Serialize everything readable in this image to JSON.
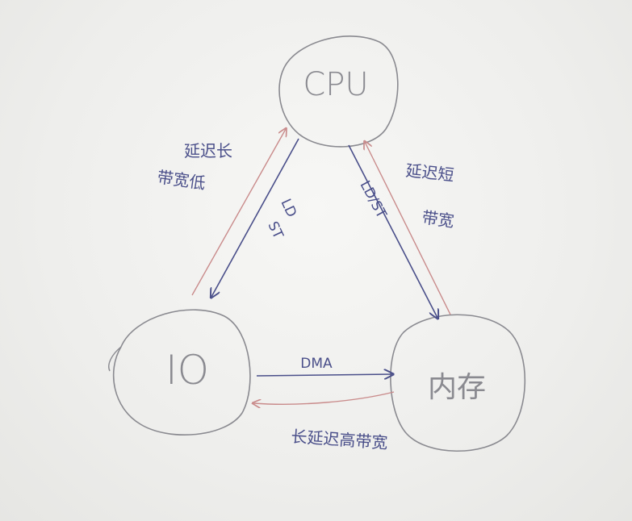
{
  "nodes": {
    "cpu": {
      "label": "CPU"
    },
    "io": {
      "label": "IO"
    },
    "memory": {
      "label": "内存"
    }
  },
  "edges": {
    "cpu_io": {
      "label_line1": "LD",
      "label_line2": "ST"
    },
    "cpu_memory": {
      "label": "LD/ST"
    },
    "io_memory": {
      "label": "DMA"
    }
  },
  "notes": {
    "cpu_io_line1": "延迟长",
    "cpu_io_line2": "带宽低",
    "cpu_memory_line1": "延迟短",
    "cpu_memory_line2": "带宽",
    "io_memory": "长延迟高带宽"
  },
  "colors": {
    "ink_blue": "#4a4f8a",
    "ink_gray": "#8a8a90",
    "ink_red": "#c98b8b"
  }
}
